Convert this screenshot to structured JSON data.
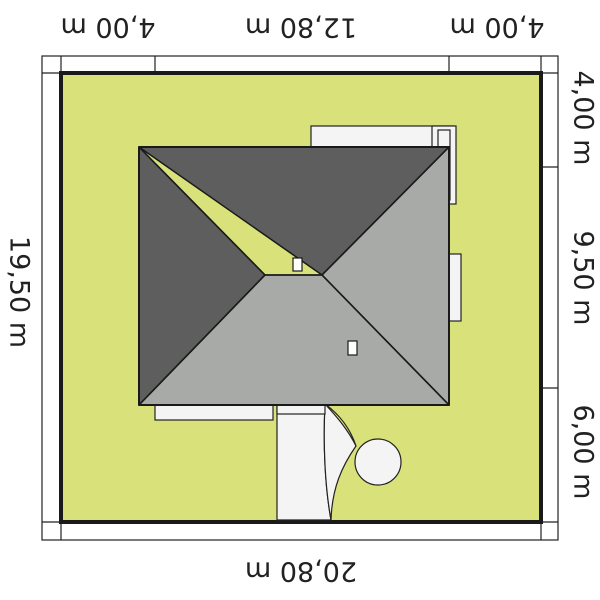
{
  "dimensions": {
    "top_left": "4,00 m",
    "top_middle": "12,80 m",
    "top_right": "4,00 m",
    "bottom": "20,80 m",
    "left": "19,50 m",
    "right_top": "4,00 m",
    "right_middle": "9,50 m",
    "right_bottom": "6,00 m"
  },
  "colors": {
    "plot": "#d9e27a",
    "plot_border": "#1a1a1a",
    "roof_dark": "#5e5e5e",
    "roof_light": "#a8aaa8",
    "paving": "#f4f4f4",
    "line": "#222222"
  }
}
